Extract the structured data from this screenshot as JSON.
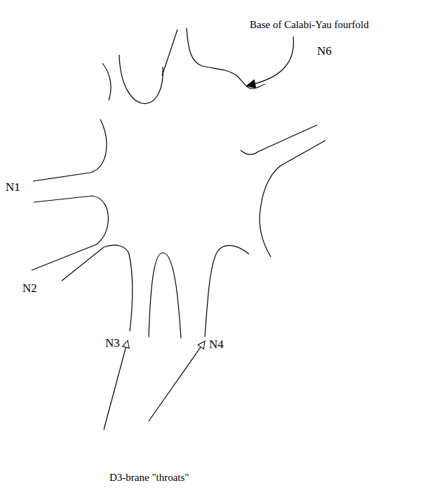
{
  "diagram": {
    "labels": [
      "Base of Calabi-Yau fourfold",
      "N6",
      "N1",
      "N2",
      "N3",
      "N4",
      "D3-brane \"throats\""
    ]
  }
}
